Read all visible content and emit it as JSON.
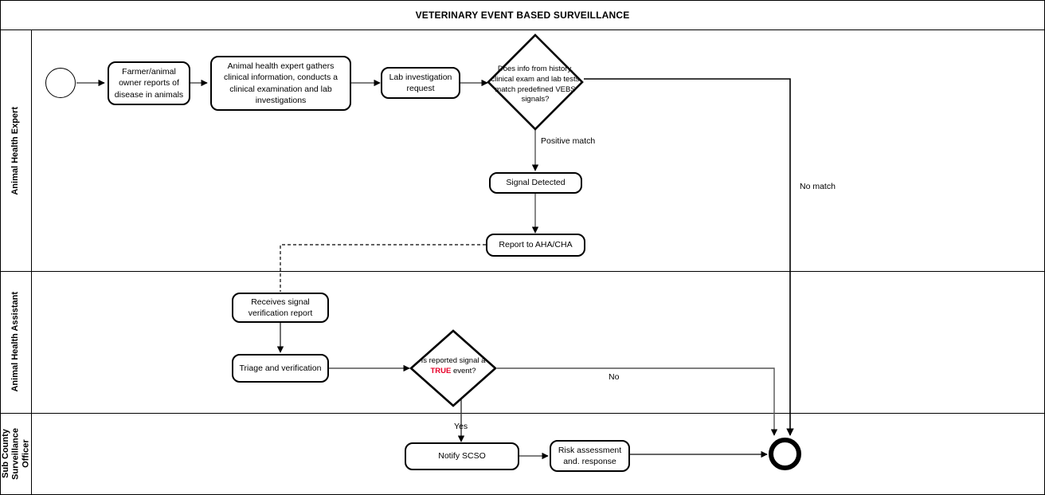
{
  "diagram": {
    "title": "VETERINARY EVENT BASED SURVEILLANCE",
    "type": "bpmn-swimlane-flowchart"
  },
  "lanes": [
    {
      "id": "lane-animal-health-expert",
      "label": "Animal Health Expert"
    },
    {
      "id": "lane-animal-health-assistant",
      "label": "Animal Health Assistant"
    },
    {
      "id": "lane-sub-county-surveillance-officer",
      "label": "Sub County\nSurveillance\nOfficer"
    }
  ],
  "nodes": {
    "start_event": {
      "label": ""
    },
    "farmer_report": {
      "label": "Farmer/animal owner reports of disease in animals"
    },
    "expert_gathers": {
      "label": "Animal health expert gathers clinical information, conducts a clinical examination and lab investigations"
    },
    "lab_request": {
      "label": "Lab investigation request"
    },
    "match_gateway_line1": "Does info from history,",
    "match_gateway_line2": "clinical exam and lab tests",
    "match_gateway_line3": "match predefined VEBS",
    "match_gateway_line4": "signals?",
    "signal_detected": {
      "label": "Signal Detected"
    },
    "report_aha_cha": {
      "label": "Report to  AHA/CHA"
    },
    "receives_report": {
      "label": "Receives signal verification report"
    },
    "triage_verification": {
      "label": "Triage and verification"
    },
    "true_event_gateway_line1": "Is reported signal a",
    "true_event_gateway_true": "TRUE",
    "true_event_gateway_line2_rest": " event?",
    "notify_scso": {
      "label": "Notify SCSO"
    },
    "risk_assessment": {
      "label": "Risk assessment and. response"
    },
    "end_event": {
      "label": ""
    }
  },
  "edge_labels": {
    "positive_match": "Positive match",
    "no_match": "No match",
    "yes": "Yes",
    "no": "No"
  },
  "colors": {
    "stroke": "#000000",
    "fill": "#ffffff",
    "accent_true": "#e8002a",
    "connector": "#4d4d4d"
  }
}
